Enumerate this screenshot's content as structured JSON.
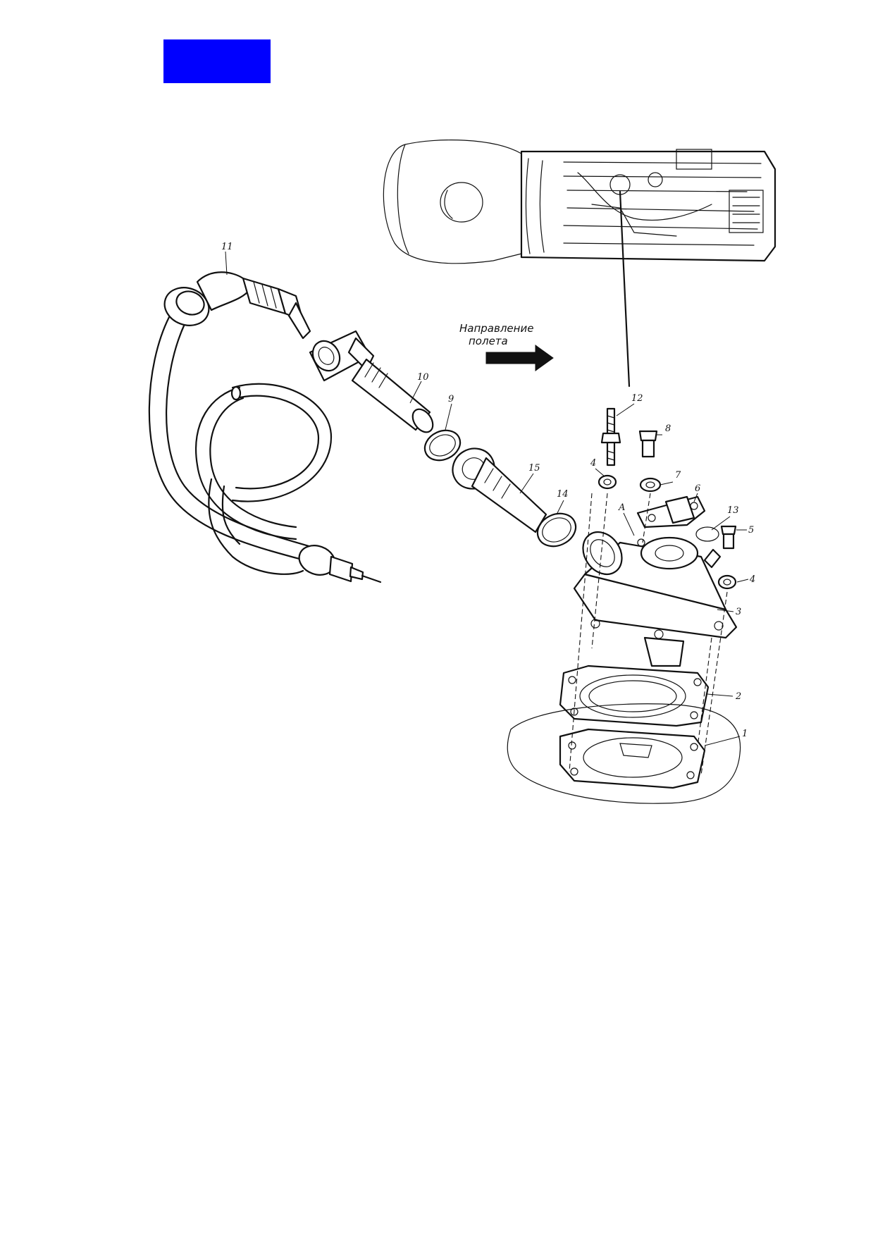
{
  "header": {
    "accent_color": "#0000ff"
  },
  "diagram": {
    "direction": {
      "line1": "Направление",
      "line2": "полета"
    },
    "callouts": {
      "c1": "1",
      "c2": "2",
      "c3": "3",
      "c4a": "4",
      "c4b": "4",
      "c5": "5",
      "c6": "6",
      "c7": "7",
      "c8": "8",
      "c9": "9",
      "c10": "10",
      "c11": "11",
      "c12": "12",
      "c13": "13",
      "c14": "14",
      "c15": "15",
      "cA": "A"
    }
  }
}
